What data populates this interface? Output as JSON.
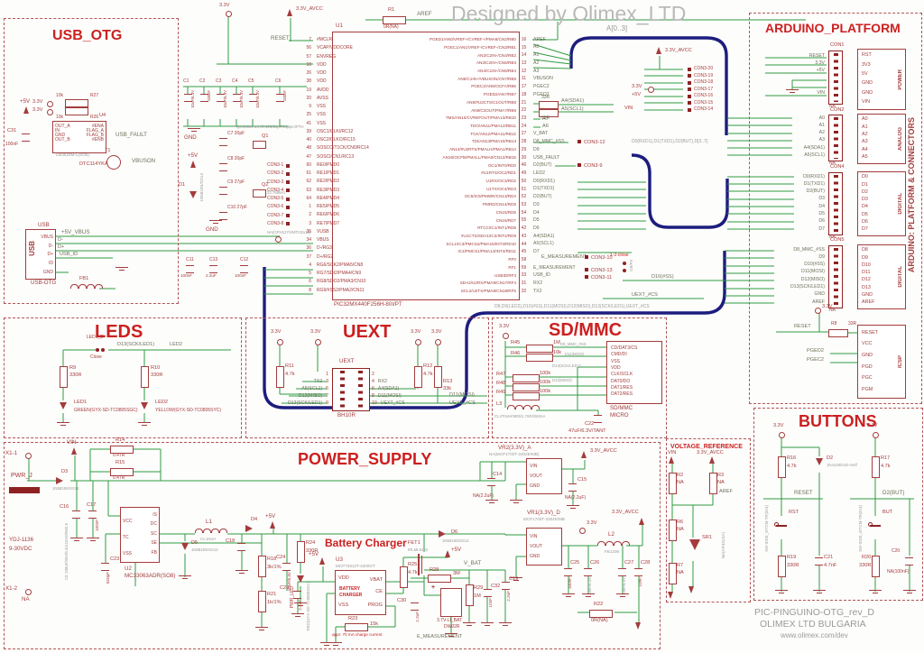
{
  "designer": "Designed by Olimex_LTD",
  "title_block": {
    "l1": "PIC-PINGUINO-OTG_rev_D",
    "l2": "OLIMEX LTD BULGARIA",
    "l3": "www.olimex.com/dev"
  },
  "buses": {
    "a": "A[0..3]",
    "d0": "D0(RXD1),D1(TXD1),D2(BUT),D[3..7]",
    "d8": "D8,D9(LED2),D10(#SS),D11(MOSI),D12(MISO),D13(SCK/LED1),UEXT_#CS"
  },
  "usb_otg": {
    "title": "USB_OTG",
    "p5v": "+5V",
    "v33a": "3.3V",
    "v33b": "3.3V",
    "r27": {
      "r": "R27",
      "v": "10k"
    },
    "r26": {
      "r": "R26",
      "v": "10k"
    },
    "u4": {
      "r": "U4",
      "part": "LM3526M-L(SO8)",
      "left": [
        "OUT_A",
        "IN",
        "GND",
        "OUT_B"
      ],
      "right": [
        "#ENA",
        "FLAG_A",
        "FLAG_B",
        "#ENB"
      ]
    },
    "c31": {
      "r": "C31",
      "v": "100nF"
    },
    "t1": {
      "r": "T1",
      "part": "DTC114YKA"
    },
    "usb_fault": "USB_FAULT",
    "vbuson": "VBUSON",
    "conn": {
      "title": "USB",
      "side": "USB",
      "pins": [
        "VBUS",
        "D-",
        "D+",
        "ID",
        "GND"
      ],
      "below": "USB-OTG"
    },
    "vbus_net": "+5V_VBUS",
    "dm": "D-",
    "dp": "D+",
    "usb_id": "USB_ID",
    "fb1": "FB1",
    "gnd": "GND"
  },
  "mcu": {
    "ref": "U1",
    "part": "PIC32MX440F256H-80I/PT",
    "reset": "RESET",
    "r1": {
      "r": "R1",
      "v": "0R(NA)"
    },
    "aref": "AREF",
    "avcc": "3.3V_AVCC",
    "left_pins": [
      {
        "n": "7",
        "name": "#MCLR"
      },
      {
        "n": "56",
        "name": "VCAP/VDDCORE"
      },
      {
        "n": "57",
        "name": "ENVREG"
      },
      {
        "n": "10",
        "name": "VDD"
      },
      {
        "n": "26",
        "name": "VDD"
      },
      {
        "n": "38",
        "name": "VDD"
      },
      {
        "n": "19",
        "name": "AVDD"
      },
      {
        "n": "20",
        "name": "AVSS"
      },
      {
        "n": "9",
        "name": "VSS"
      },
      {
        "n": "25",
        "name": "VSS"
      },
      {
        "n": "41",
        "name": "VSS"
      },
      {
        "n": "39",
        "name": "OSC1/CLKI/RC12"
      },
      {
        "n": "40",
        "name": "OSC2/CLKO/RC15"
      },
      {
        "n": "48",
        "name": "SOSCO/T1CK/CN0/RC14"
      },
      {
        "n": "47",
        "name": "SOSCI/CN1/RC13"
      },
      {
        "n": "60",
        "name": "RE0/PMD0"
      },
      {
        "n": "61",
        "name": "RE1/PMD1"
      },
      {
        "n": "62",
        "name": "RE2/PMD2"
      },
      {
        "n": "63",
        "name": "RE3/PMD3"
      },
      {
        "n": "64",
        "name": "RE4/PMD4"
      },
      {
        "n": "1",
        "name": "RE5/PMD5"
      },
      {
        "n": "2",
        "name": "RE6/PMD6"
      },
      {
        "n": "3",
        "name": "RE7/PMD7"
      },
      {
        "n": "35",
        "name": "VUSB"
      },
      {
        "n": "34",
        "name": "VBUS"
      },
      {
        "n": "36",
        "name": "D-/RG3"
      },
      {
        "n": "37",
        "name": "D+/RG2"
      },
      {
        "n": "4",
        "name": "RG6/SCK2/PMA5/CN8"
      },
      {
        "n": "5",
        "name": "RG7/SDI2/PMA4/CN9"
      },
      {
        "n": "6",
        "name": "RG8/SDO2/PMA3/CN10"
      },
      {
        "n": "8",
        "name": "RG9/#SS2/PMA2/CN11"
      }
    ],
    "right_pins": [
      {
        "name": "PGED1/AN0/VREF+/CVREF+/PMA6/CN2/RB0",
        "n": "16",
        "net": "AREF"
      },
      {
        "name": "PGEC1/AN1/VREF-/CVREF-/CN3/RB1",
        "n": "15",
        "net": "A0"
      },
      {
        "name": "AN2/C2IN-/CN4/RB2",
        "n": "14",
        "net": "A1"
      },
      {
        "name": "AN3/C2IN+/CN5/RB3",
        "n": "13",
        "net": "A2"
      },
      {
        "name": "AN4/C1IN-/CN6/RB4",
        "n": "12",
        "net": "A3"
      },
      {
        "name": "AN5/C1IN+/VBUSON/CN7/RB5",
        "n": "11",
        "net": "VBUSON"
      },
      {
        "name": "PGEC2/AN6/OCFA/RB6",
        "n": "17",
        "net": "PGEC2"
      },
      {
        "name": "PGED2/AN7/RB7",
        "n": "18",
        "net": "PGED2"
      },
      {
        "name": "AN8/#U2CTS/C1OUT/RB8",
        "n": "21",
        "net": ""
      },
      {
        "name": "AN9/C2OUT/PMA7/RB9",
        "n": "22",
        "net": ""
      },
      {
        "name": "TMS/AN10/CVREFOUT/PMA13/RB10",
        "n": "23",
        "net": ""
      },
      {
        "name": "TDO/AN11/PMA12/RB11",
        "n": "24",
        "net": ""
      },
      {
        "name": "TCK/AN12/PMA11/RB12",
        "n": "27",
        "net": "V_BAT"
      },
      {
        "name": "TDI/AN13/PMA10/RB13",
        "n": "28",
        "net": "D8_MMC_#SS"
      },
      {
        "name": "AN14/#U2RTS/PMALH/PMA1/RB14",
        "n": "29",
        "net": "D9"
      },
      {
        "name": "AN15/OCFB/PMALL/PMA0/CN12/RB15",
        "n": "30",
        "net": "USB_FAULT"
      },
      {
        "name": "OC1/INT0/RD0",
        "n": "46",
        "net": "D2(BUT)"
      },
      {
        "name": "#U1RTS/OC2/RD1",
        "n": "49",
        "net": "LED2"
      },
      {
        "name": "U1RX/OC3/RD2",
        "n": "50",
        "net": "D0(RXD1)"
      },
      {
        "name": "U1TX/OC4/RD3",
        "n": "51",
        "net": "D1(TXD1)"
      },
      {
        "name": "OC5/IC5/PMWR/CN13/RD4",
        "n": "52",
        "net": "D2(BUT)"
      },
      {
        "name": "PMRD/CN14/RD5",
        "n": "53",
        "net": "D3"
      },
      {
        "name": "CN15/RD6",
        "n": "54",
        "net": "D4"
      },
      {
        "name": "CN16/RD7",
        "n": "55",
        "net": "D5"
      },
      {
        "name": "RTCC/IC1/INT1/RD8",
        "n": "42",
        "net": "D6"
      },
      {
        "name": "#U1CTS/SDA1/IC2/INT2/RD9",
        "n": "43",
        "net": "A4(SDA1)"
      },
      {
        "name": "SCL1/IC3/PMCS2/PMA15/INT3/RD10",
        "n": "44",
        "net": "A5(SCL1)"
      },
      {
        "name": "IC4/PMCS1/PMA14/INT4/RD11",
        "n": "45",
        "net": "D7"
      },
      {
        "name": "RF0",
        "n": "58",
        "net": ""
      },
      {
        "name": "RF1",
        "n": "59",
        "net": "E_MEASUREMENT"
      },
      {
        "name": "USBID/RF3",
        "n": "33",
        "net": "USB_ID"
      },
      {
        "name": "SDA2/U2RX/PMA9/CN17/RF4",
        "n": "31",
        "net": "RX2"
      },
      {
        "name": "SCL2/U2TX/PMA8/CN18/RF5",
        "n": "32",
        "net": "TX2"
      }
    ],
    "caps": [
      {
        "r": "C1",
        "v": "10uF/6.3V"
      },
      {
        "r": "C2",
        "v": "100nF"
      },
      {
        "r": "C3",
        "v": "10uF/6.3V"
      },
      {
        "r": "C4",
        "v": "10uF/6.3V"
      },
      {
        "r": "C5",
        "v": "10uF/6.3V"
      },
      {
        "r": "C6",
        "v": "100nF"
      }
    ],
    "gnd1": "GND",
    "gnd2": "GND",
    "p5v": "+5V",
    "d1": {
      "r": "D1",
      "part": "1N5819S/SS14"
    },
    "q1": {
      "r": "Q1",
      "note": "Q8.000MHz/HC-49S/20pF/20ppm/PTH"
    },
    "q2": {
      "r": "Q2",
      "note": "32.768kHz"
    },
    "c7": "C7 20pF",
    "c8": "C8 20pF",
    "c9": "C9 27pF",
    "c10": "C10 27pF",
    "con3a": [
      "CON3-1",
      "CON3-2",
      "CON3-3",
      "CON3-4",
      "CON3-5",
      "CON3-6",
      "CON3-7",
      "CON3-8"
    ],
    "con3a_note": "NA(GPH127/SMT/02x10)",
    "c11": {
      "r": "C11",
      "v": "100nF"
    },
    "c13": {
      "r": "C13",
      "v": "2.2uF"
    },
    "c12": {
      "r": "C12",
      "v": "100nF"
    },
    "r4": {
      "r": "R4",
      "v": "33R",
      "net": "A4(SDA1)"
    },
    "r5": {
      "r": "R5",
      "v": "33R",
      "net": "A5(SCL1)"
    },
    "a7": "A7",
    "a6": "A6",
    "con3_12": "CON3-12",
    "con3_9": "CON3-9",
    "con3_10": "CON3-10",
    "con3_13": "CON3-13",
    "con3_11": "CON3-11",
    "e_meas": "E_MEASUREMENT",
    "jumper": {
      "top": "1-2-close",
      "side": "G9/F0"
    },
    "d10ss": "D10(#SS)",
    "uext_cs": "UEXT_#CS",
    "con3r": [
      "CON3-20",
      "CON3-19",
      "CON3-18",
      "CON3-17",
      "CON3-16",
      "CON3-15",
      "CON3-14"
    ],
    "avcc2": "3.3V_AVCC",
    "v33r": "3.3V",
    "p5vr": "+5V",
    "vinr": "VIN"
  },
  "arduino": {
    "title": "ARDUINO_PLATFORM",
    "side": "ARDUINO: PLATFORM & CONNECTORS",
    "con1": {
      "name": "CON1",
      "na": "NA",
      "left": [
        "RESET",
        "3.3V",
        "+5V",
        "",
        "",
        "VIN"
      ],
      "right": [
        "RST",
        "3V3",
        "5V",
        "GND",
        "GND",
        "VIN"
      ],
      "group": "POWER"
    },
    "con2": {
      "name": "CON2",
      "na": "NA",
      "left": [
        "A0",
        "A1",
        "A2",
        "A3",
        "A4(SDA1)",
        "A5(SCL1)"
      ],
      "right": [
        "A0",
        "A1",
        "A2",
        "A3",
        "A4",
        "A5"
      ],
      "group": "ANALOG"
    },
    "con4": {
      "name": "CON4",
      "na": "NA",
      "left": [
        "D0(RXD1)",
        "D1(TXD1)",
        "D2(BUT)",
        "D3",
        "D4",
        "D5",
        "D6",
        "D7"
      ],
      "right": [
        "D0",
        "D1",
        "D2",
        "D3",
        "D4",
        "D5",
        "D6",
        "D7"
      ],
      "group": "DIGITAL"
    },
    "con5": {
      "name": "CON5",
      "na": "NA",
      "left": [
        "D8_MMC_#SS",
        "D9",
        "D10(#SS)",
        "D11(MOSI)",
        "D12(MISO)",
        "D13(SCK/LED1)",
        "GND",
        "AREF"
      ],
      "right": [
        "D8",
        "D9",
        "D10",
        "D11",
        "D12",
        "D13",
        "GND",
        "AREF"
      ],
      "group": "DIGITAL"
    },
    "icsp": {
      "rows": [
        "RESET",
        "VCC",
        "GND",
        "PGD",
        "PGC",
        "PGM"
      ],
      "group": "ICSP",
      "v33": "3.3V",
      "reset": "RESET",
      "r8": {
        "r": "R8",
        "v": "33R"
      },
      "pged2": "PGED2",
      "pgec2": "PGEC2"
    }
  },
  "leds": {
    "title": "LEDS",
    "jref": "LED1_E",
    "jstate": "Close",
    "net1": "D13(SCK/LED1)",
    "net2": "LED2",
    "r9": {
      "r": "R9",
      "v": "330R"
    },
    "r10": {
      "r": "R10",
      "v": "330R"
    },
    "led1": {
      "r": "LED1",
      "part": "GREEN(GYX-SD-TC0805SGC)"
    },
    "led2": {
      "r": "LED2",
      "part": "YELLOW(GYX-SD-TC0805SYC)"
    }
  },
  "uext": {
    "title": "UEXT",
    "v33": [
      "3.3V",
      "3.3V",
      "3.3V",
      "3.3V"
    ],
    "r11": {
      "r": "R11",
      "v": "4.7k"
    },
    "r12": {
      "r": "R12",
      "v": "4.7k"
    },
    "r13": {
      "r": "R13",
      "v": "33k"
    },
    "conn": {
      "name": "UEXT",
      "part": "BH10R",
      "left": [
        {
          "n": "1",
          "net": ""
        },
        {
          "n": "3",
          "net": "TX2"
        },
        {
          "n": "5",
          "net": "A5(SCL1)"
        },
        {
          "n": "7",
          "net": "D12(MISO)"
        },
        {
          "n": "9",
          "net": "D13(SCK/LED1)"
        }
      ],
      "right": [
        {
          "n": "2",
          "net": ""
        },
        {
          "n": "4",
          "net": "RX2"
        },
        {
          "n": "6",
          "net": "A4(SDA1)"
        },
        {
          "n": "8",
          "net": "D11(MOSI)"
        },
        {
          "n": "10",
          "net": "UEXT_#CS"
        }
      ]
    },
    "out1": "D11(MOSI)",
    "out2": "UEXT_#CS"
  },
  "sdmmc": {
    "title": "SD/MMC",
    "v33": "3.3V",
    "rs": [
      {
        "r": "R45",
        "v": "1M",
        "net": "D8_MMC_#SS"
      },
      {
        "r": "R46",
        "v": "10k",
        "net": "D11(MOSI)"
      },
      {
        "r": "R47",
        "v": "100k",
        "net": "D13(SCK/LED1)"
      },
      {
        "r": "R48",
        "v": "100k",
        "net": "D12(MISO)"
      },
      {
        "r": "R49",
        "v": "100k",
        "net": ""
      }
    ],
    "l3": {
      "r": "L3",
      "part": "CL470nH/0805/1.76R/250mA"
    },
    "c22": {
      "r": "C22",
      "v": "47uF/6.3V/TANT"
    },
    "socket": {
      "pins": [
        "CD/DAT3/CS",
        "CMD/DI",
        "VSS",
        "VDD",
        "CLK/SCLK",
        "DAT0/DO",
        "DAT1/RES",
        "DAT2/RES"
      ],
      "cap1": "SD/MMC",
      "cap2": "MICRO"
    }
  },
  "power": {
    "title": "POWER_SUPPLY",
    "x1_1": "X1-1",
    "x1_2": "X1-2",
    "na": "NA",
    "pwr_j": "PWR_J",
    "jack1": "YDJ-1136",
    "jack2": "9-30VDC",
    "d3": {
      "r": "D3",
      "part": "1N5819S/SS14"
    },
    "vin": "VIN",
    "r14": {
      "r": "R14",
      "v": "0.47R"
    },
    "r15": {
      "r": "R15",
      "v": "0.47R"
    },
    "c16": {
      "r": "C16",
      "v": "CE 100uF/35V/6.3x11mm/RM2.5"
    },
    "c17": {
      "r": "C17",
      "v": "100nF"
    },
    "c23": {
      "r": "C23",
      "v": "820pF"
    },
    "u2": {
      "r": "U2",
      "part": "MC33063ADR(SO8)",
      "left": [
        "VCC",
        "TC",
        "VSS"
      ],
      "right": [
        "IS",
        "DC",
        "SC",
        "SE",
        "FB"
      ]
    },
    "l1": {
      "r": "L1",
      "part": "CL10uH"
    },
    "d5": {
      "r": "D5",
      "part": "1N5819S/SS14"
    },
    "p5v1": "+5V",
    "p5v2": "+5V",
    "p5v3": "+5V",
    "d4": {
      "r": "D4",
      "part": "1N5819S/SS14"
    },
    "c18": "C18",
    "r18": {
      "r": "R18",
      "v": "3k/1%"
    },
    "r21": {
      "r": "R21",
      "v": "1k/1%"
    },
    "c24": {
      "r": "C24",
      "v": "10uF/6.3V"
    },
    "r24": {
      "r": "R24",
      "v": "330R"
    },
    "pwr_led": {
      "r": "PWR_LED",
      "part": "RED(GYX-SD-TC0805SGC)"
    },
    "charger_title": "Battery Charger",
    "u3": {
      "r": "U3",
      "part": "MCP73812T-420I/OT",
      "name1": "BATTERY",
      "name2": "CHARGER",
      "p_vdd": "VDD",
      "p_vbat": "VBAT",
      "p_ce": "CE",
      "p_vss": "VSS",
      "p_prog": "PROG"
    },
    "c29": {
      "r": "C29",
      "v": "2.2uF"
    },
    "r25": {
      "r": "R25",
      "v": "4.7k"
    },
    "r23": {
      "r": "R23",
      "v": "15k",
      "note": "appr. 70 mA charge current"
    },
    "c30": {
      "r": "C30",
      "v": "2.2uF"
    },
    "fet1": {
      "r": "FET1",
      "part": "IRLML6402"
    },
    "d6": {
      "r": "D6",
      "part": "1N5819S/SS14"
    },
    "r28": {
      "r": "R28",
      "v": "3M"
    },
    "bat1": "3.7V-LI_BAT",
    "bat2": "DW02R",
    "r29": {
      "r": "R29",
      "v": "1M"
    },
    "c32": {
      "r": "C32",
      "v": "10nF"
    },
    "c19": {
      "r": "C19",
      "v": "2.2uF"
    },
    "e_meas": "E_MEASUREMENT",
    "v_bat": "V_BAT",
    "vr2": {
      "r": "VR2(3.3V)_A",
      "part": "NA(MCP1700T-3302E/MB)",
      "pins": [
        "VIN",
        "VOUT",
        "GND"
      ],
      "out": "3.3V_AVCC"
    },
    "c14": {
      "r": "C14",
      "v": "NA(2.2uF)"
    },
    "c15": {
      "r": "C15",
      "v": "NA(2.2uF)"
    },
    "vr1": {
      "r": "VR1(3.3V)_D",
      "part": "MCP1700T-3302E/MB",
      "pins": [
        "VIN",
        "VOUT",
        "GND"
      ],
      "out": "3.3V"
    },
    "l2": {
      "r": "L2",
      "part": "FB1206"
    },
    "avcc": "3.3V_AVCC",
    "c25": {
      "r": "C25",
      "v": "100nF"
    },
    "c26": {
      "r": "C26",
      "v": "10uF/6.3V"
    },
    "c27": {
      "r": "C27",
      "v": "10uF/6.3V"
    },
    "c28": {
      "r": "C28",
      "v": "10nF"
    },
    "r22": {
      "r": "R22",
      "v": "0R(NA)"
    }
  },
  "vref": {
    "title": "VOLTAGE_REFERENCE",
    "vin": "VIN",
    "avcc": "3.3V_AVCC",
    "r2": {
      "r": "R2",
      "v": "NA"
    },
    "r3": {
      "r": "R3",
      "v": "NA"
    },
    "aref": "AREF",
    "r6": {
      "r": "R6",
      "v": "NA"
    },
    "r7": {
      "r": "R7",
      "v": "NA"
    },
    "sr1": {
      "r": "SR1",
      "part": "NA(AP431SA)"
    }
  },
  "buttons": {
    "title": "BUTTONS",
    "v33a": "3.3V",
    "v33b": "3.3V",
    "r16": {
      "r": "R16",
      "v": "4.7k"
    },
    "d2": {
      "r": "D2",
      "part": "1N4148/mini-melf"
    },
    "reset": "RESET",
    "rst": "RST",
    "sw_part": "SW-SIDE_WTCM-TR(3X4)",
    "r19": {
      "r": "R19",
      "v": "330R"
    },
    "c21": {
      "r": "C21",
      "v": "4.7nF"
    },
    "r17": {
      "r": "R17",
      "v": "4.7k"
    },
    "d2but": "D2(BUT)",
    "but": "BUT",
    "r20": {
      "r": "R20",
      "v": "330R"
    },
    "c20": {
      "r": "C20",
      "v": "NA(100nF)"
    }
  }
}
